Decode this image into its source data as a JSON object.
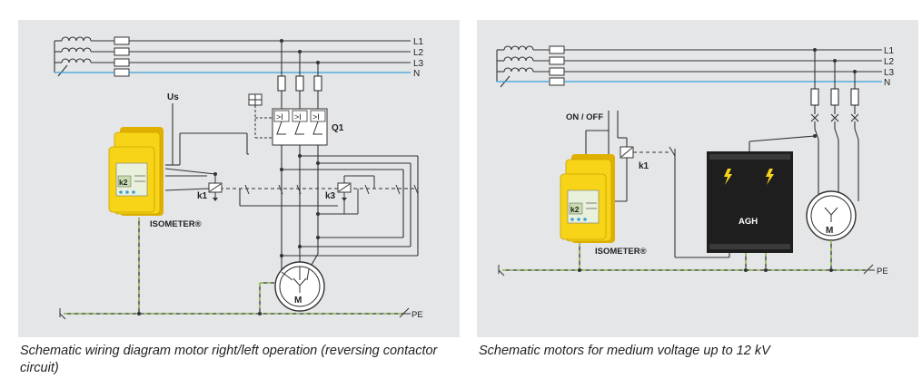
{
  "left_diagram": {
    "phase_labels": [
      "L1",
      "L2",
      "L3",
      "N"
    ],
    "pe_label": "PE",
    "supply_label": "Us",
    "breaker_label": "Q1",
    "breaker_symbol": ">I",
    "relay1_label": "k1",
    "relay3_label": "k3",
    "device_display": "k2",
    "device_label": "ISOMETER®",
    "motor_label": "M",
    "caption": "Schematic wiring diagram motor right/left operation (reversing contactor circuit)"
  },
  "right_diagram": {
    "phase_labels": [
      "L1",
      "L2",
      "L3",
      "N"
    ],
    "pe_label": "PE",
    "switch_label": "ON / OFF",
    "relay1_label": "k1",
    "device_display": "k2",
    "device_label": "ISOMETER®",
    "coupling_label": "AGH",
    "motor_label": "M",
    "caption": "Schematic motors for medium voltage up to 12 kV"
  },
  "colors": {
    "panel_bg": "#e4e6e8",
    "line": "#333333",
    "neutral": "#3aa0d8",
    "pe_green": "#8cc63f",
    "device_yellow": "#f7d417",
    "device_dark": "#e0b000",
    "agh_box": "#1e1e1e"
  }
}
